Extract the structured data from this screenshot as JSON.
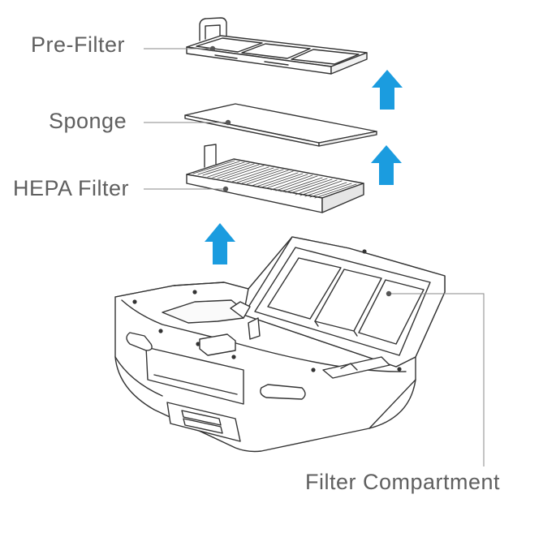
{
  "labels": {
    "pre_filter": "Pre-Filter",
    "sponge": "Sponge",
    "hepa_filter": "HEPA Filter",
    "filter_compartment": "Filter Compartment"
  },
  "colors": {
    "arrow": "#1b9cdf",
    "line": "#333333",
    "label_text": "#5f5f5f",
    "leader": "#888888"
  },
  "icons": [
    "up-arrow-icon"
  ]
}
